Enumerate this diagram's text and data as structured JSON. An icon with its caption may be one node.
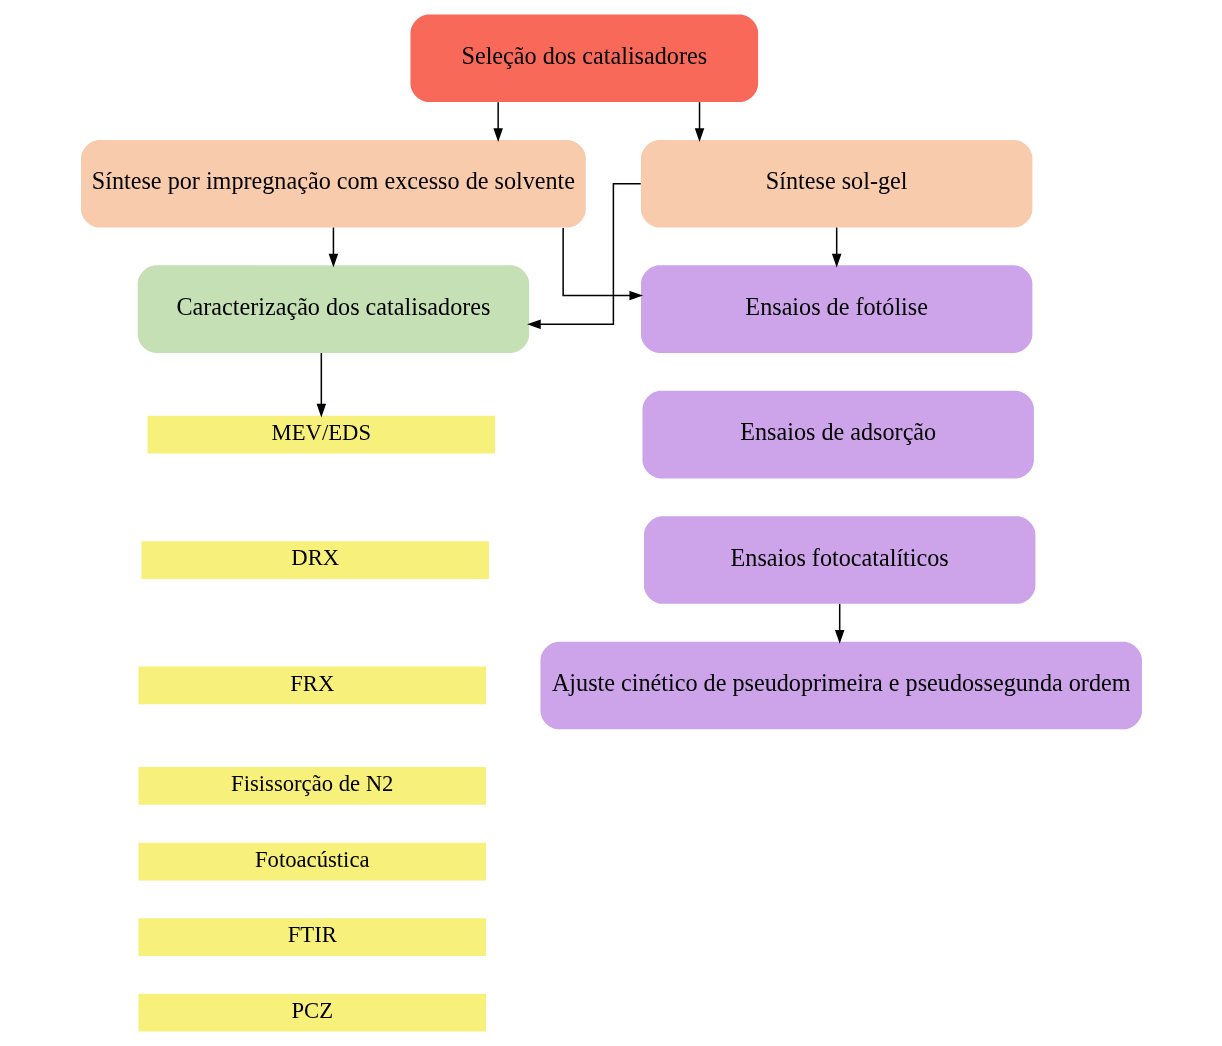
{
  "diagram": {
    "nodes": [
      {
        "text": [
          "Seleção dos catalisadores"
        ]
      },
      {
        "text": [
          "Síntese por impregnação com excesso de solvente"
        ]
      },
      {
        "text": [
          "Síntese sol-gel"
        ]
      },
      {
        "text": [
          "Caracterização dos catalisadores"
        ]
      },
      {
        "text": [
          "Ensaios de fotólise"
        ]
      },
      {
        "text": [
          "Ensaios de adsorção"
        ]
      },
      {
        "text": [
          "Ensaios fotocatalíticos"
        ]
      },
      {
        "text": [
          "Ajuste cinético de pseudoprimeira e pseudossegunda ordem"
        ]
      },
      {
        "text": [
          "MEV/EDS"
        ]
      },
      {
        "text": [
          "DRX"
        ]
      },
      {
        "text": [
          "FRX"
        ]
      },
      {
        "text": [
          "Fisissorção de N2"
        ]
      },
      {
        "text": [
          "Fotoacústica"
        ]
      },
      {
        "text": [
          "FTIR"
        ]
      },
      {
        "text": [
          "PCZ"
        ]
      }
    ],
    "edges": [
      {
        "from": 0,
        "to": 1,
        "arrow": "to"
      },
      {
        "from": 0,
        "to": 2,
        "arrow": "to"
      },
      {
        "from": 1,
        "to": 3,
        "arrow": "to"
      },
      {
        "from": 1,
        "to": 4,
        "arrow": "to"
      },
      {
        "from": 2,
        "to": 3,
        "arrow": "to"
      },
      {
        "from": 2,
        "to": 4,
        "arrow": "to"
      },
      {
        "from": 3,
        "to": 8,
        "arrow": "to"
      },
      {
        "from": 6,
        "to": 7,
        "arrow": "to"
      }
    ]
  }
}
